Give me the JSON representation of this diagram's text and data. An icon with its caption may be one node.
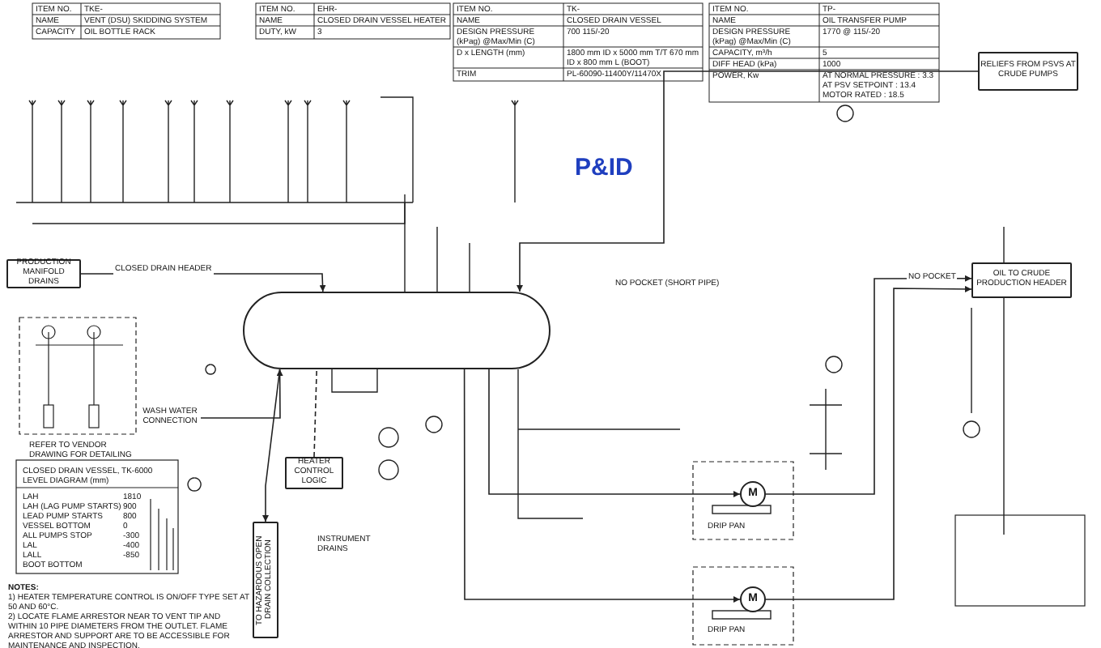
{
  "diagram": {
    "title": "P&ID",
    "nodes": [
      {
        "text": [],
        "shape": "cylinder"
      },
      {
        "text": [
          "HEATER CONTROL LOGIC"
        ]
      },
      {
        "text": [
          "M"
        ]
      },
      {
        "text": [
          "M"
        ]
      },
      {
        "text": [
          "WASH WATER CONNECTION"
        ]
      },
      {
        "text": [
          "PRODUCTION MANIFOLD DRAINS"
        ]
      },
      {
        "text": [
          "OIL TO CRUDE PRODUCTION HEADER"
        ]
      },
      {
        "text": [
          "RELIEFS FROM PSVS AT CRUDE PUMPS"
        ]
      },
      {
        "text": [
          "TO HAZARDOUS OPEN DRAIN COLLECTION"
        ]
      }
    ],
    "edges": [
      {
        "from": 5,
        "to": 0,
        "arrow": "to",
        "label": "CLOSED DRAIN HEADER"
      },
      {
        "from": 7,
        "to": 0,
        "arrow": "to"
      },
      {
        "from": 0,
        "to": 2,
        "arrow": "to"
      },
      {
        "from": 0,
        "to": 3,
        "arrow": "to"
      },
      {
        "from": 2,
        "to": 6,
        "arrow": "to",
        "label": "NO POCKET"
      },
      {
        "from": 3,
        "to": 6,
        "arrow": "to"
      },
      {
        "from": 4,
        "to": 0,
        "arrow": "to"
      },
      {
        "from": 0,
        "to": 8,
        "arrow": "to"
      },
      {
        "from": 1,
        "to": 0,
        "arrow": "none",
        "style": "dashed"
      }
    ],
    "labels": [
      "ITEM NO.",
      "TKE-",
      "NAME",
      "VENT (DSU) SKIDDING SYSTEM",
      "CAPACITY",
      "OIL BOTTLE RACK",
      "ITEM NO.",
      "EHR-",
      "NAME",
      "CLOSED DRAIN VESSEL HEATER",
      "DUTY, kW",
      "3",
      "ITEM NO.",
      "TK-",
      "NAME",
      "CLOSED DRAIN VESSEL",
      "DESIGN PRESSURE (kPag) @Max/Min (C)",
      "700 115/-20",
      "D x LENGTH (mm)",
      "1800 mm ID x 5000 mm T/T 670 mm ID x 800 mm L (BOOT)",
      "TRIM",
      "PL-60090-11400Y/11470X",
      "ITEM NO.",
      "TP-",
      "NAME",
      "OIL TRANSFER PUMP",
      "DESIGN PRESSURE (kPag) @Max/Min (C)",
      "1770 @ 115/-20",
      "CAPACITY, m³/h",
      "5",
      "DIFF HEAD (kPa)",
      "1000",
      "POWER, Kw",
      "AT NORMAL PRESSURE : 3.3",
      "AT PSV SETPOINT : 13.4",
      "MOTOR RATED : 18.5",
      "NO POCKET (SHORT PIPE)",
      "DRIP PAN",
      "DRIP PAN",
      "INSTRUMENT DRAINS",
      "REFER TO VENDOR DRAWING FOR DETAILING",
      "CLOSED DRAIN VESSEL, TK-6000 LEVEL DIAGRAM (mm)",
      "LAH",
      "1810",
      "LAH (LAG PUMP STARTS)",
      "900",
      "LEAD PUMP STARTS",
      "800",
      "VESSEL BOTTOM",
      "0",
      "ALL PUMPS STOP",
      "-300",
      "LAL",
      "-400",
      "LALL",
      "-850",
      "BOOT BOTTOM",
      "NOTES:",
      "1) HEATER TEMPERATURE CONTROL IS ON/OFF TYPE SET AT 50 AND 60°C.",
      "2) LOCATE FLAME ARRESTOR NEAR TO VENT TIP AND WITHIN 10 PIPE DIAMETERS FROM THE OUTLET. FLAME ARRESTOR AND SUPPORT ARE TO BE ACCESSIBLE FOR MAINTENANCE AND INSPECTION."
    ]
  }
}
